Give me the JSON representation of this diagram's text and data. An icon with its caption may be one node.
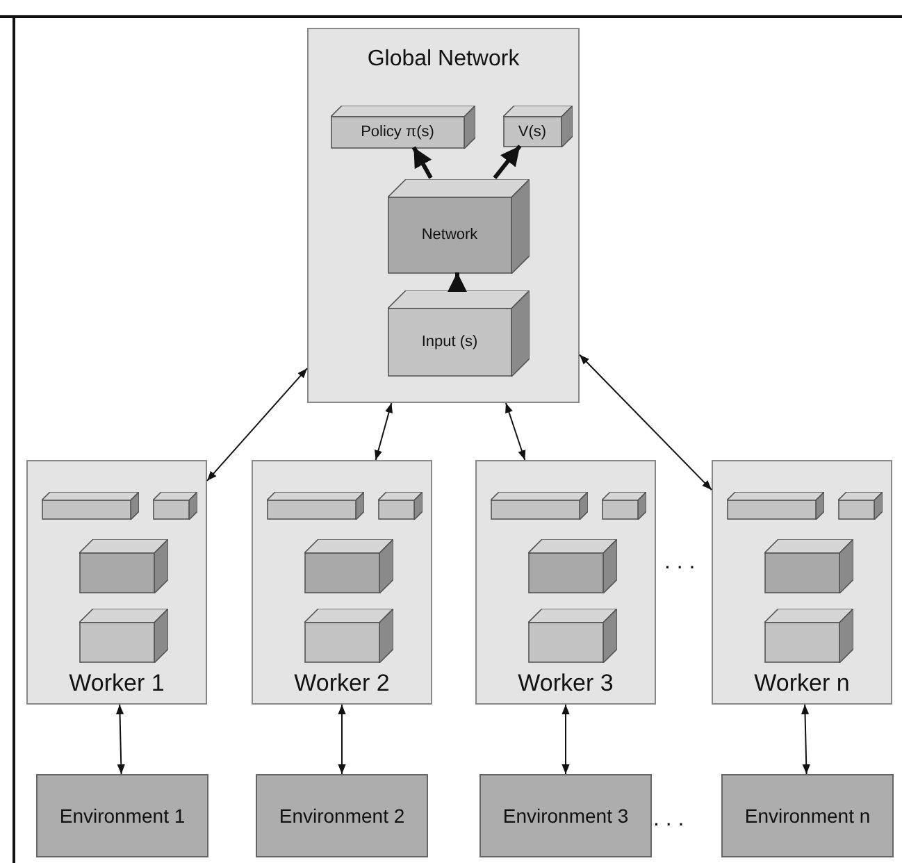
{
  "diagram": {
    "nodes": [
      {
        "text": [
          "Global Network"
        ]
      },
      {
        "text": [
          "Policy π(s)"
        ],
        "in": 0
      },
      {
        "text": [
          "V(s)"
        ],
        "in": 0
      },
      {
        "text": [
          "Network"
        ],
        "in": 0
      },
      {
        "text": [
          "Input (s)"
        ],
        "in": 0
      },
      {
        "text": [
          "Worker 1"
        ]
      },
      {
        "text": [],
        "shape": "box",
        "in": 5
      },
      {
        "text": [],
        "shape": "box",
        "in": 5
      },
      {
        "text": [],
        "shape": "box",
        "in": 5
      },
      {
        "text": [],
        "shape": "box",
        "in": 5
      },
      {
        "text": [
          "Worker 2"
        ]
      },
      {
        "text": [],
        "shape": "box",
        "in": 10
      },
      {
        "text": [],
        "shape": "box",
        "in": 10
      },
      {
        "text": [],
        "shape": "box",
        "in": 10
      },
      {
        "text": [],
        "shape": "box",
        "in": 10
      },
      {
        "text": [
          "Worker 3"
        ]
      },
      {
        "text": [],
        "shape": "box",
        "in": 15
      },
      {
        "text": [],
        "shape": "box",
        "in": 15
      },
      {
        "text": [],
        "shape": "box",
        "in": 15
      },
      {
        "text": [],
        "shape": "box",
        "in": 15
      },
      {
        "text": [
          "Worker n"
        ]
      },
      {
        "text": [],
        "shape": "box",
        "in": 20
      },
      {
        "text": [],
        "shape": "box",
        "in": 20
      },
      {
        "text": [],
        "shape": "box",
        "in": 20
      },
      {
        "text": [],
        "shape": "box",
        "in": 20
      },
      {
        "text": [
          "Environment 1"
        ]
      },
      {
        "text": [
          "Environment 2"
        ]
      },
      {
        "text": [
          "Environment 3"
        ]
      },
      {
        "text": [
          "Environment n"
        ]
      }
    ],
    "edges": [
      {
        "from": 4,
        "to": 3,
        "arrow": "to",
        "style": "thick"
      },
      {
        "from": 3,
        "to": 1,
        "arrow": "to",
        "style": "thick"
      },
      {
        "from": 3,
        "to": 2,
        "arrow": "to",
        "style": "thick"
      },
      {
        "from": 0,
        "to": 5,
        "arrow": "both"
      },
      {
        "from": 0,
        "to": 10,
        "arrow": "both"
      },
      {
        "from": 0,
        "to": 15,
        "arrow": "both"
      },
      {
        "from": 0,
        "to": 20,
        "arrow": "both"
      },
      {
        "from": 5,
        "to": 25,
        "arrow": "both"
      },
      {
        "from": 10,
        "to": 26,
        "arrow": "both"
      },
      {
        "from": 15,
        "to": 27,
        "arrow": "both"
      },
      {
        "from": 20,
        "to": 28,
        "arrow": "both"
      }
    ],
    "labels": [
      ". . .",
      ". . ."
    ]
  }
}
